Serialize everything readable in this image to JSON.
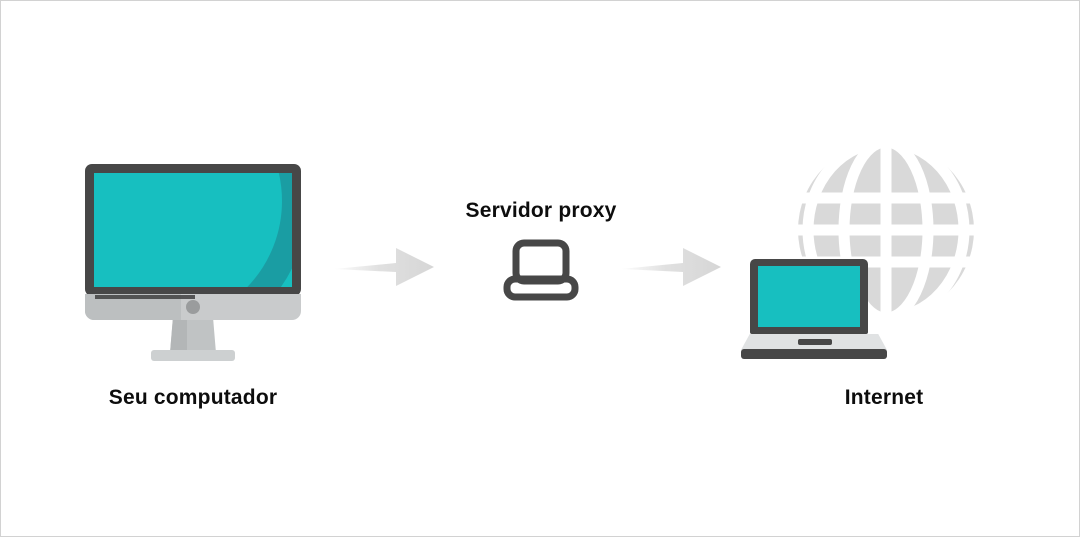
{
  "diagram": {
    "title": "Servidor proxy",
    "background_color": "#ffffff",
    "border_color": "#d2d2d2"
  },
  "palette": {
    "teal": "#17bfc0",
    "teal_dark": "#1a9ba1",
    "dark_gray": "#474747",
    "light_gray": "#c9cbcc",
    "globe_gray": "#d9d9d9",
    "arrow_gray": "#d6d6d6",
    "text_black": "#0d0d0d"
  },
  "nodes": {
    "client": {
      "caption": "Seu computador",
      "icon": "desktop-monitor-icon"
    },
    "proxy": {
      "caption": "Servidor proxy",
      "icon": "laptop-outline-icon"
    },
    "internet": {
      "caption": "Internet",
      "icon": "globe-icon",
      "secondary_icon": "laptop-icon"
    }
  },
  "connectors": [
    {
      "name": "arrow-client-to-proxy",
      "direction": "right"
    },
    {
      "name": "arrow-proxy-to-internet",
      "direction": "right"
    }
  ]
}
